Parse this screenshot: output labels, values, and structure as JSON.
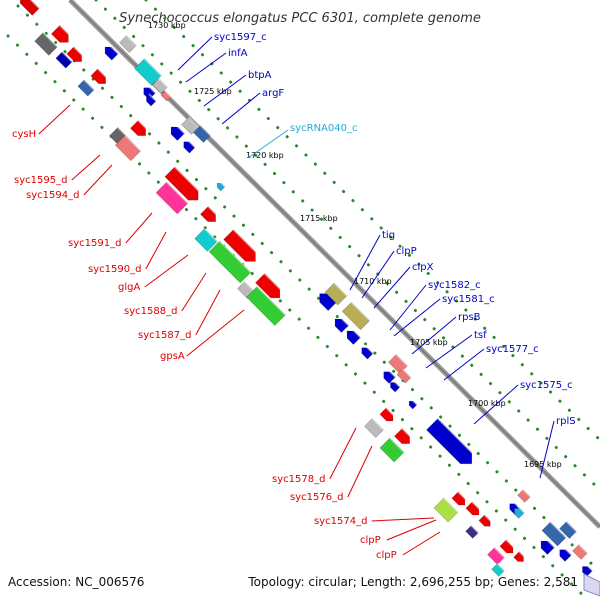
{
  "title": "Synechococcus elongatus PCC 6301, complete genome",
  "accession": "Accession: NC_006576",
  "summary": "Topology: circular; Length: 2,696,255 bp; Genes: 2,581",
  "colors": {
    "backbone": "#9a9a9a",
    "dots": "#2a8a2a",
    "left_label": "#dd0000",
    "right_label": "#0000cc",
    "rna_label": "#22aadd"
  },
  "ticks": [
    "1730 kbp",
    "1725 kbp",
    "1720 kbp",
    "1715 kbp",
    "1710 kbp",
    "1705 kbp",
    "1700 kbp",
    "1695 kbp"
  ],
  "left_labels": [
    "cysH",
    "syc1595_d",
    "syc1594_d",
    "syc1591_d",
    "syc1590_d",
    "glgA",
    "syc1588_d",
    "syc1587_d",
    "gpsA",
    "syc1578_d",
    "syc1576_d",
    "syc1574_d",
    "clpP",
    "clpP"
  ],
  "right_labels": [
    "syc1597_c",
    "infA",
    "btpA",
    "argF",
    "tig",
    "clpP",
    "clpX",
    "syc1582_c",
    "syc1581_c",
    "rpsB",
    "tsf",
    "syc1577_c",
    "syc1575_c",
    "rplS"
  ],
  "rna_labels": [
    "sycRNA040_c"
  ],
  "zoom_icon": "zoom-out-icon"
}
